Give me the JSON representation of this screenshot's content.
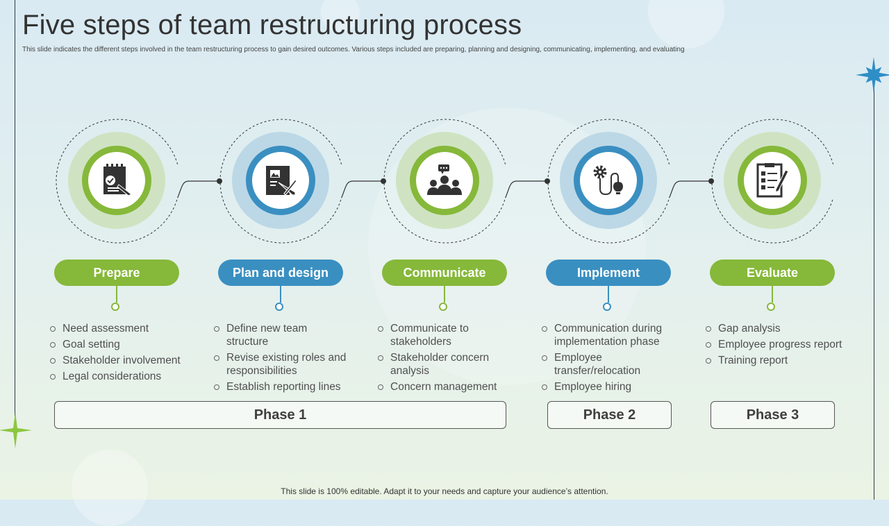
{
  "title": "Five steps of team restructuring process",
  "subtitle": "This slide indicates the different steps involved in the team restructuring process to gain desired outcomes. Various steps included are preparing, planning and designing, communicating, implementing, and evaluating",
  "colors": {
    "green": "#86b83a",
    "blue": "#3a8fc1",
    "green_light": "#cfe3c2",
    "blue_light": "#bcd8e6"
  },
  "steps": [
    {
      "label": "Prepare",
      "icon": "checklist-document-icon",
      "color": "green",
      "bullets": [
        "Need assessment",
        "Goal setting",
        "Stakeholder involvement",
        "Legal considerations"
      ]
    },
    {
      "label": "Plan and design",
      "icon": "design-blueprint-icon",
      "color": "blue",
      "bullets": [
        "Define new team structure",
        "Revise existing roles and responsibilities",
        "Establish reporting lines"
      ]
    },
    {
      "label": "Communicate",
      "icon": "team-chat-icon",
      "color": "green",
      "bullets": [
        "Communicate to stakeholders",
        "Stakeholder concern analysis",
        "Concern management"
      ]
    },
    {
      "label": "Implement",
      "icon": "gear-lightbulb-icon",
      "color": "blue",
      "bullets": [
        "Communication during implementation phase",
        "Employee transfer/relocation",
        "Employee hiring"
      ]
    },
    {
      "label": "Evaluate",
      "icon": "evaluation-clipboard-icon",
      "color": "green",
      "bullets": [
        "Gap analysis",
        "Employee progress report",
        "Training report"
      ]
    }
  ],
  "phases": [
    "Phase 1",
    "Phase 2",
    "Phase 3"
  ],
  "footer": "This slide is 100% editable. Adapt it to your needs and capture your audience’s attention."
}
